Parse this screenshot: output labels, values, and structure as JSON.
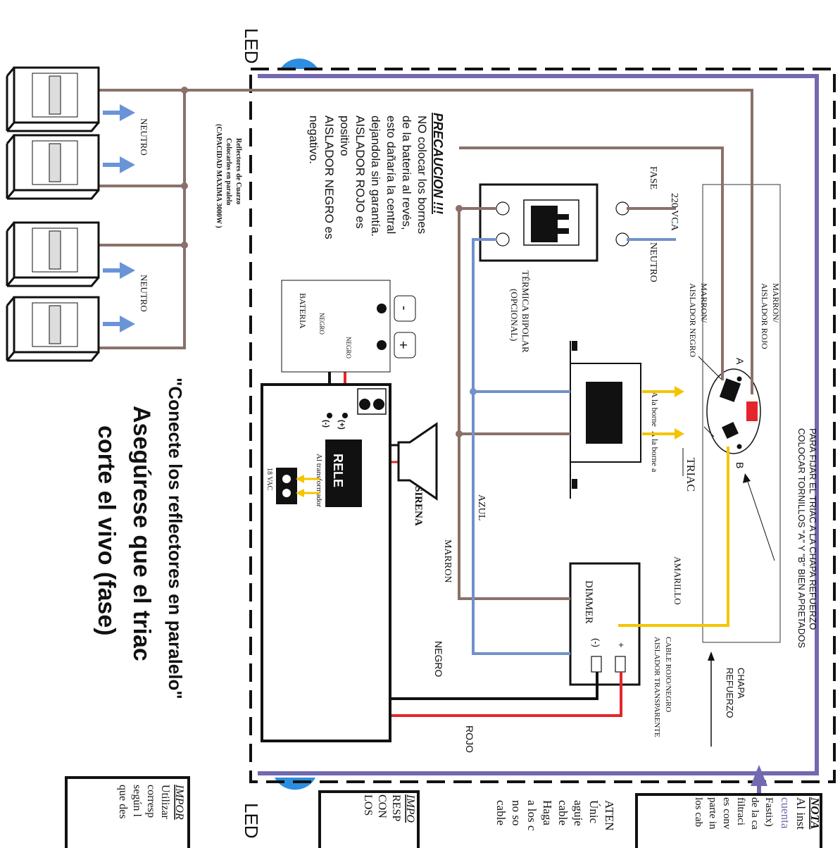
{
  "labels": {
    "led_top": "LED",
    "led_bottom": "LED",
    "fix_note_line1": "PARA FIJAR EL TRIAC A LA CHAPA REFUERZO",
    "fix_note_line2": "COLOCAR TORNILLOS \"A\" Y \"B\" BIEN APRETADOS",
    "chapa_refuerzo_line1": "CHAPA",
    "chapa_refuerzo_line2": "REFUERZO",
    "cable_rojo_negro": "CABLE ROJO/NEGRO",
    "aislador_transparente": "AISLADOR TRANSPARENTE",
    "amarillo": "AMARILLO",
    "triac": "TRIAC",
    "screw_a": "A",
    "screw_b": "B",
    "marron_rojo_line1": "MARRON/",
    "marron_rojo_line2": "AISLADOR ROJO",
    "marron_negro_line1": "MARRON/",
    "marron_negro_line2": "AISLADOR NEGRO",
    "vca": "220 VCA",
    "fase": "FASE",
    "neutro_breaker": "NEUTRO",
    "termica_line1": "TÉRMICA BIPOLAR",
    "termica_line2": "(OPCIONAL)",
    "a_la_borne_1": "A la borne",
    "a_la_borne_2": "A la borne a",
    "dimmer": "DIMMER",
    "plus_sign": "+",
    "minus_sign": "(-)",
    "azul": "AZUL",
    "marron": "MARRON",
    "negro": "NEGRO",
    "rojo": "ROJO",
    "bateria": "BATERIA",
    "negro_bat": "NEGRO",
    "negro_wire": "NEGRO",
    "bat_minus": "-",
    "bat_plus": "+",
    "rele": "RELE",
    "al_transformador": "Al transformador",
    "vac": "18 VAC",
    "term_minus": "(-)",
    "term_plus": "(+)",
    "sirena": "SIRENA",
    "neutro_top": "NEUTRO",
    "neutro_bottom": "NEUTRO",
    "reflectores_line1": "Reflectores de Cuarzo",
    "reflectores_line2": "Colocarlos en paralelo",
    "reflectores_line3": "(CAPACIDAD MAXIMA 3000W )"
  },
  "precaucion": {
    "title": "PRECAUCION !!!",
    "lines": [
      "NO colocar los bornes",
      "de la bateria al revés,",
      "esto dañaría la central",
      "dejandola sin garantía.",
      "AISLADOR ROJO es",
      "positivo",
      "AISLADOR NEGRO es",
      "negativo."
    ]
  },
  "headline": {
    "line1": "\"Conecte los reflectores en paralelo\"",
    "line2": "Asegúrese que el triac",
    "line3": "corte el vivo (fase)"
  },
  "nota": {
    "lines": [
      "NOTA",
      "Al inst",
      "cuenta",
      "Fastix)",
      "de la ca",
      "filtraci",
      "es conv",
      "parte in",
      "los cab"
    ]
  },
  "atencion": {
    "lines": [
      "ATEN",
      "Únic",
      "aguje",
      "cable",
      "Haga",
      "a los c",
      "no so",
      "cable"
    ]
  },
  "importante_1": {
    "lines": [
      "IMPO",
      "RESP",
      "CON",
      "LOS"
    ]
  },
  "importante_2": {
    "lines": [
      "IMPOR",
      "Utilizar",
      "corresp",
      "según l",
      "que des"
    ]
  },
  "colors": {
    "brown": "#8a7169",
    "blue": "#6f92c9",
    "red": "#e3262b",
    "yellow": "#f5c400",
    "purple": "#7269b0",
    "led_blue": "#2c8ee0",
    "arrow_blue": "#6a94d8",
    "black": "#111111"
  }
}
